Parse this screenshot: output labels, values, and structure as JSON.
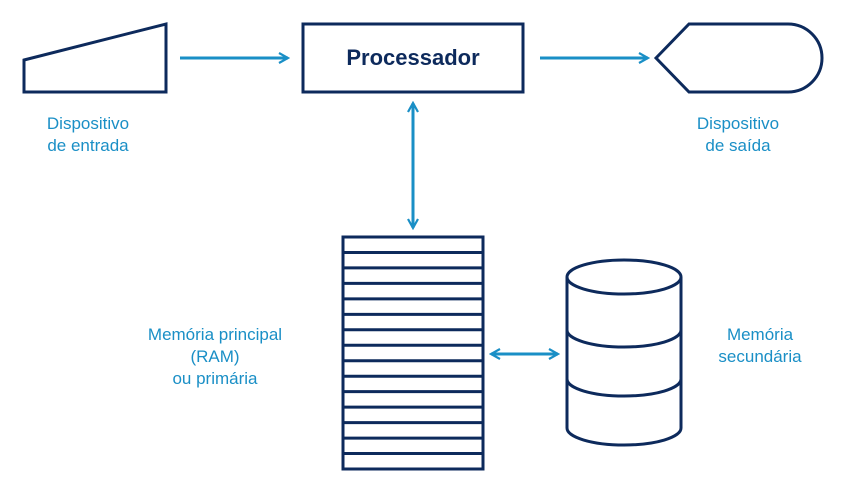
{
  "colors": {
    "shape_stroke": "#0d2a5c",
    "arrow": "#1a8fc6",
    "label_text": "#1a8fc6"
  },
  "nodes": {
    "processor": {
      "title": "Processador"
    },
    "input_device": {
      "line1": "Dispositivo",
      "line2": "de entrada"
    },
    "output_device": {
      "line1": "Dispositivo",
      "line2": "de saída"
    },
    "main_memory": {
      "line1": "Memória principal",
      "line2": "(RAM)",
      "line3": "ou primária"
    },
    "secondary_memory": {
      "line1": "Memória",
      "line2": "secundária"
    }
  },
  "edges": [
    {
      "from": "input_device",
      "to": "processor",
      "direction": "one-way"
    },
    {
      "from": "processor",
      "to": "output_device",
      "direction": "one-way"
    },
    {
      "from": "processor",
      "to": "main_memory",
      "direction": "two-way"
    },
    {
      "from": "main_memory",
      "to": "secondary_memory",
      "direction": "two-way"
    }
  ]
}
